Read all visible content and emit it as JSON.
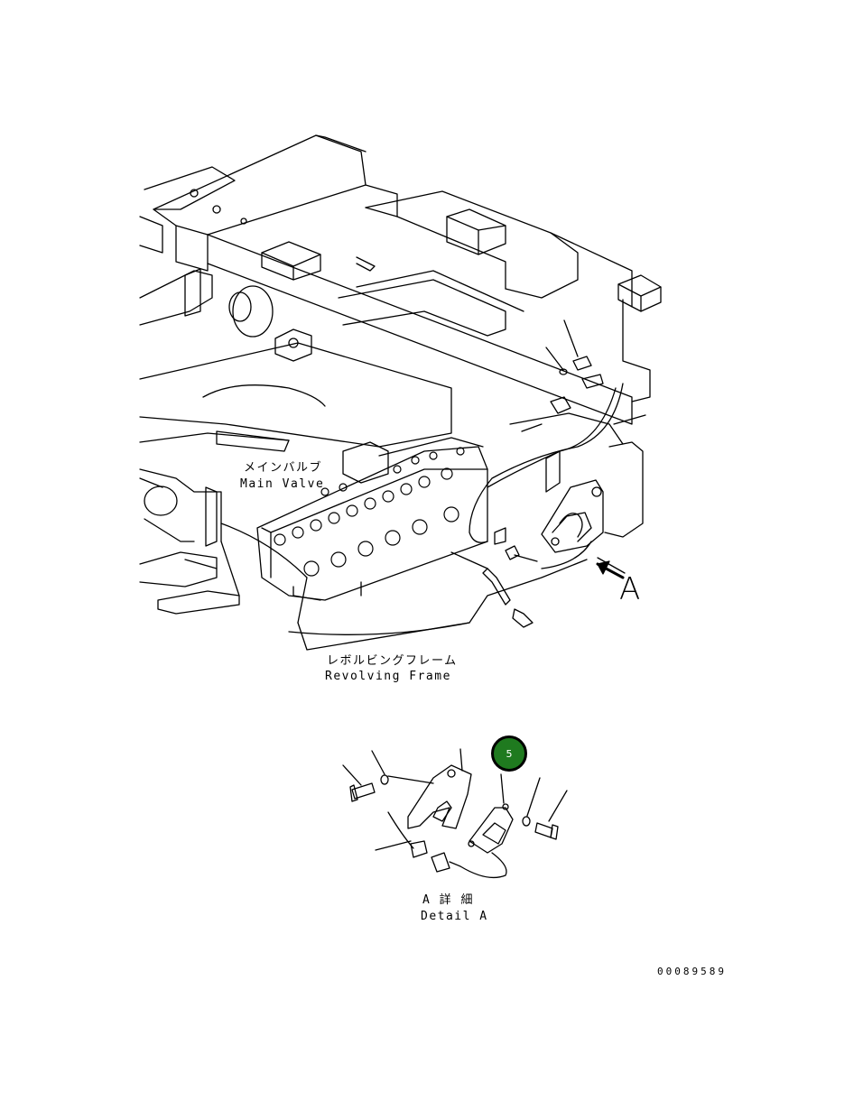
{
  "labels": {
    "main_valve_jp": "メインバルブ",
    "main_valve_en": "Main Valve",
    "revolving_frame_jp": "レボルビングフレーム",
    "revolving_frame_en": "Revolving Frame",
    "view_letter": "A",
    "detail_jp": "A 詳 細",
    "detail_en": "Detail A"
  },
  "callout": {
    "number": "5",
    "color": "#1f7a1f"
  },
  "document_id": "00089589"
}
